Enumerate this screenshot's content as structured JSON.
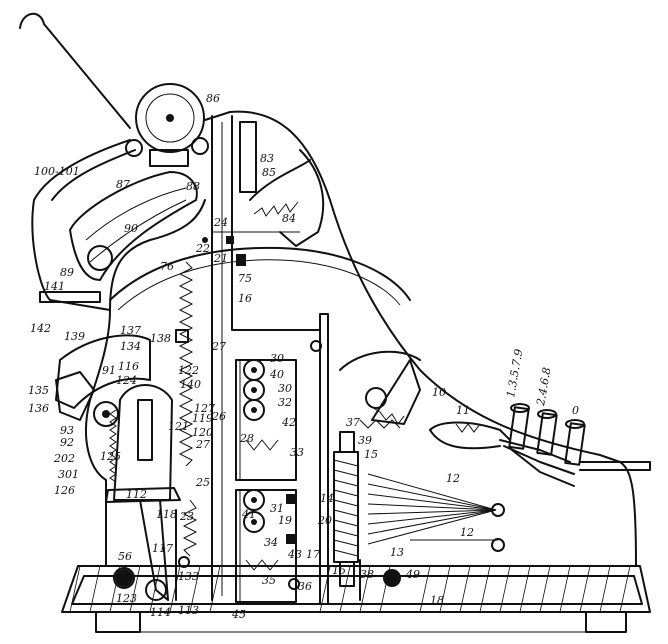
{
  "labels": {
    "l100_101": "100-101",
    "l86": "86",
    "l87": "87",
    "l88": "88",
    "l89": "89",
    "l90": "90",
    "l83": "83",
    "l85": "85",
    "l84": "84",
    "l24": "24",
    "l22": "22",
    "l21": "21",
    "l75": "75",
    "l76": "76",
    "l16": "16",
    "l141": "141",
    "l142": "142",
    "l139": "139",
    "l137": "137",
    "l138": "138",
    "l134": "134",
    "l135": "135",
    "l136": "136",
    "l91": "91",
    "l116": "116",
    "l124": "124",
    "l122": "122",
    "l140": "140",
    "l127": "127",
    "l27": "27",
    "l30a": "30",
    "l40": "40",
    "l30b": "30",
    "l32": "32",
    "l42": "42",
    "l28": "28",
    "l93": "93",
    "l92": "92",
    "l202": "202",
    "l301": "301",
    "l126": "126",
    "l125": "125",
    "l119": "119",
    "l120": "120",
    "l121": "121",
    "l25": "25",
    "l23": "23",
    "l118": "118",
    "l112": "112",
    "l37": "37",
    "l39": "39",
    "l15a": "15",
    "l33": "33",
    "l14": "14",
    "l20": "20",
    "l41": "41",
    "l31": "31",
    "l19": "19",
    "l34": "34",
    "l43": "43",
    "l17": "17",
    "l13": "13",
    "l35": "35",
    "l36": "36",
    "l15b": "15",
    "l38": "38",
    "l49": "49",
    "l18": "18",
    "l56": "56",
    "l117": "117",
    "l123": "123",
    "l113": "113",
    "l114": "114",
    "l45": "45",
    "l10": "10",
    "l11": "11",
    "l12a": "12",
    "l12b": "12",
    "l1357": "1.3.5.7.9",
    "l2468": "2.4.6.8",
    "l0": "0",
    "l133": "133",
    "l26": "26"
  }
}
